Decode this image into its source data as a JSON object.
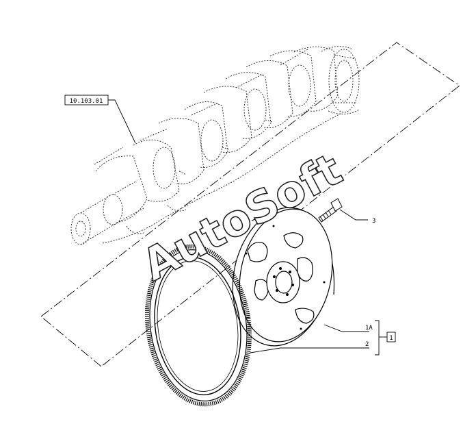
{
  "diagram": {
    "ref_box_label": "10.103.01",
    "callouts": {
      "part_3": "3",
      "part_1a": "1A",
      "part_2": "2",
      "kit_box": "1"
    },
    "watermark": "AutoSoft"
  },
  "colors": {
    "line": "#000000",
    "dotted": "#333333",
    "watermark_fill": "#ffffff",
    "watermark_stroke": "#222222"
  }
}
